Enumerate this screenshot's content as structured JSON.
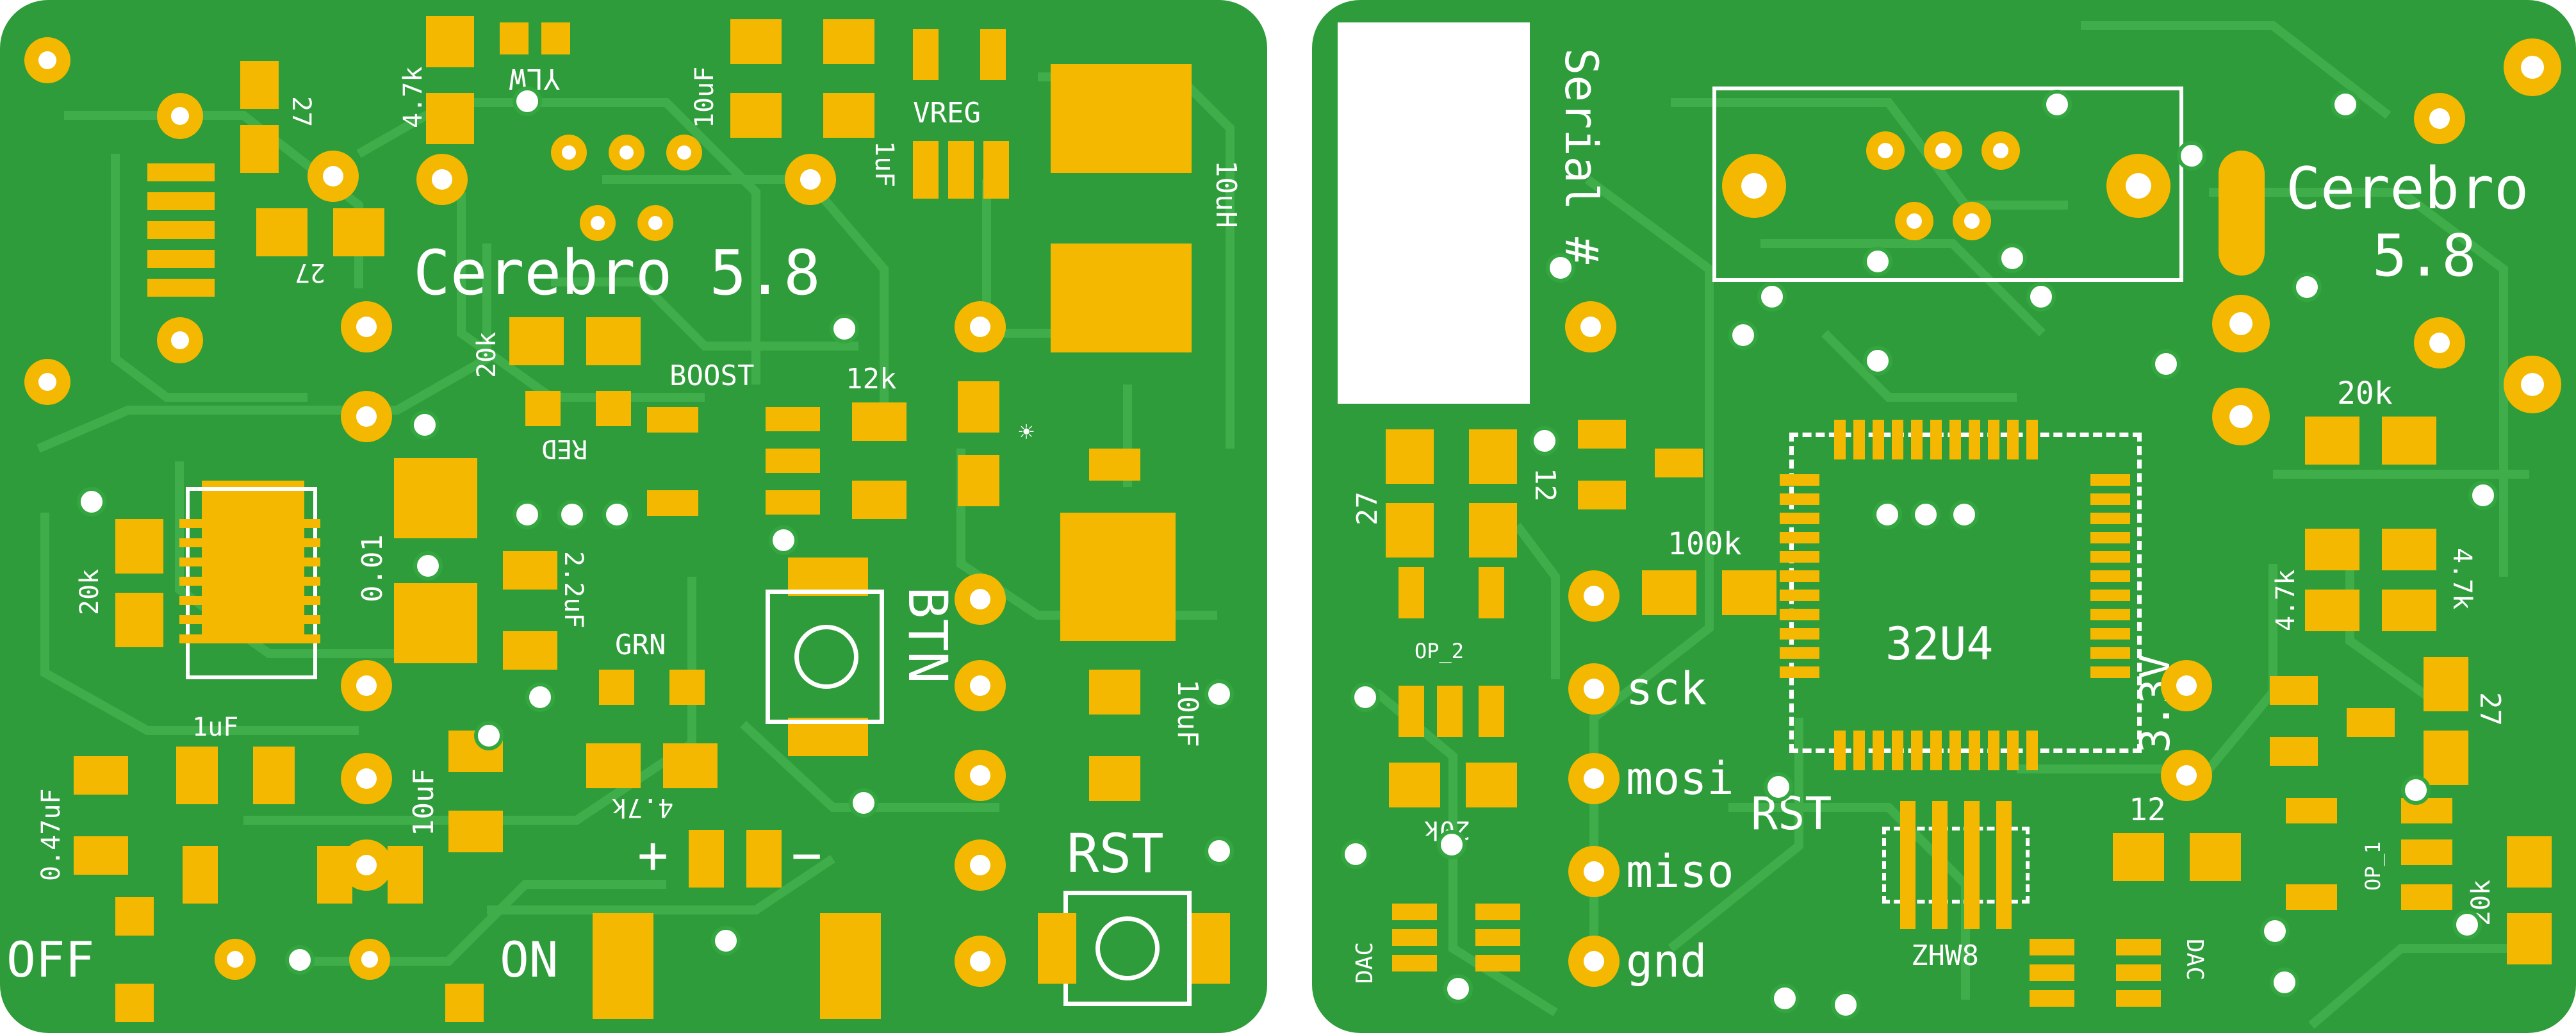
{
  "colors": {
    "board": "#2e9c3a",
    "trace": "#3fae4a",
    "pad": "#f5b800",
    "silk": "#ffffff",
    "background": "#ffffff"
  },
  "front": {
    "title": "Cerebro 5.8",
    "labels": {
      "r_27_top": "27",
      "r_27_mid": "27",
      "r_4k7_top": "4.7k",
      "yellow_led": "YLW",
      "c_10uf_top": "10uF",
      "c_1uf_top": "1uF",
      "vreg": "VREG",
      "l_10uh": "10uH",
      "r_20k_left": "20k",
      "red_led": "RED",
      "boost": "BOOST",
      "r_12k": "12k",
      "r_0_01": "0.01",
      "c_2_2uf": "2.2uF",
      "grn_led": "GRN",
      "btn": "BTN",
      "r_20k_chip": "20k",
      "c_1uf_bottom": "1uF",
      "c_0_47uf": "0.47uF",
      "c_10uf_bottom": "10uF",
      "r_4k7_bottom": "4.7k",
      "plus": "+",
      "minus": "−",
      "c_10uf_right": "10uF",
      "rst": "RST",
      "off": "OFF",
      "on": "ON"
    }
  },
  "back": {
    "title_line1": "Cerebro",
    "title_line2": "5.8",
    "labels": {
      "serial": "Serial #",
      "r_27": "27",
      "r_12": "12",
      "r_100k": "100k",
      "op_2": "OP_2",
      "mcu": "32U4",
      "v33": "3.3V",
      "r_20k_top": "20k",
      "r_4k7_a": "4.7k",
      "r_4k7_b": "4.7k",
      "r_27_right": "27",
      "sck": "sck",
      "mosi": "mosi",
      "miso": "miso",
      "gnd": "gnd",
      "rst": "RST",
      "r_12_bottom": "12",
      "r_20k_bottom": "20k",
      "r_20k_left": "20k",
      "op_1": "OP_1",
      "zhw8": "ZHW8",
      "dac_left": "DAC",
      "dac_right": "DAC"
    }
  }
}
